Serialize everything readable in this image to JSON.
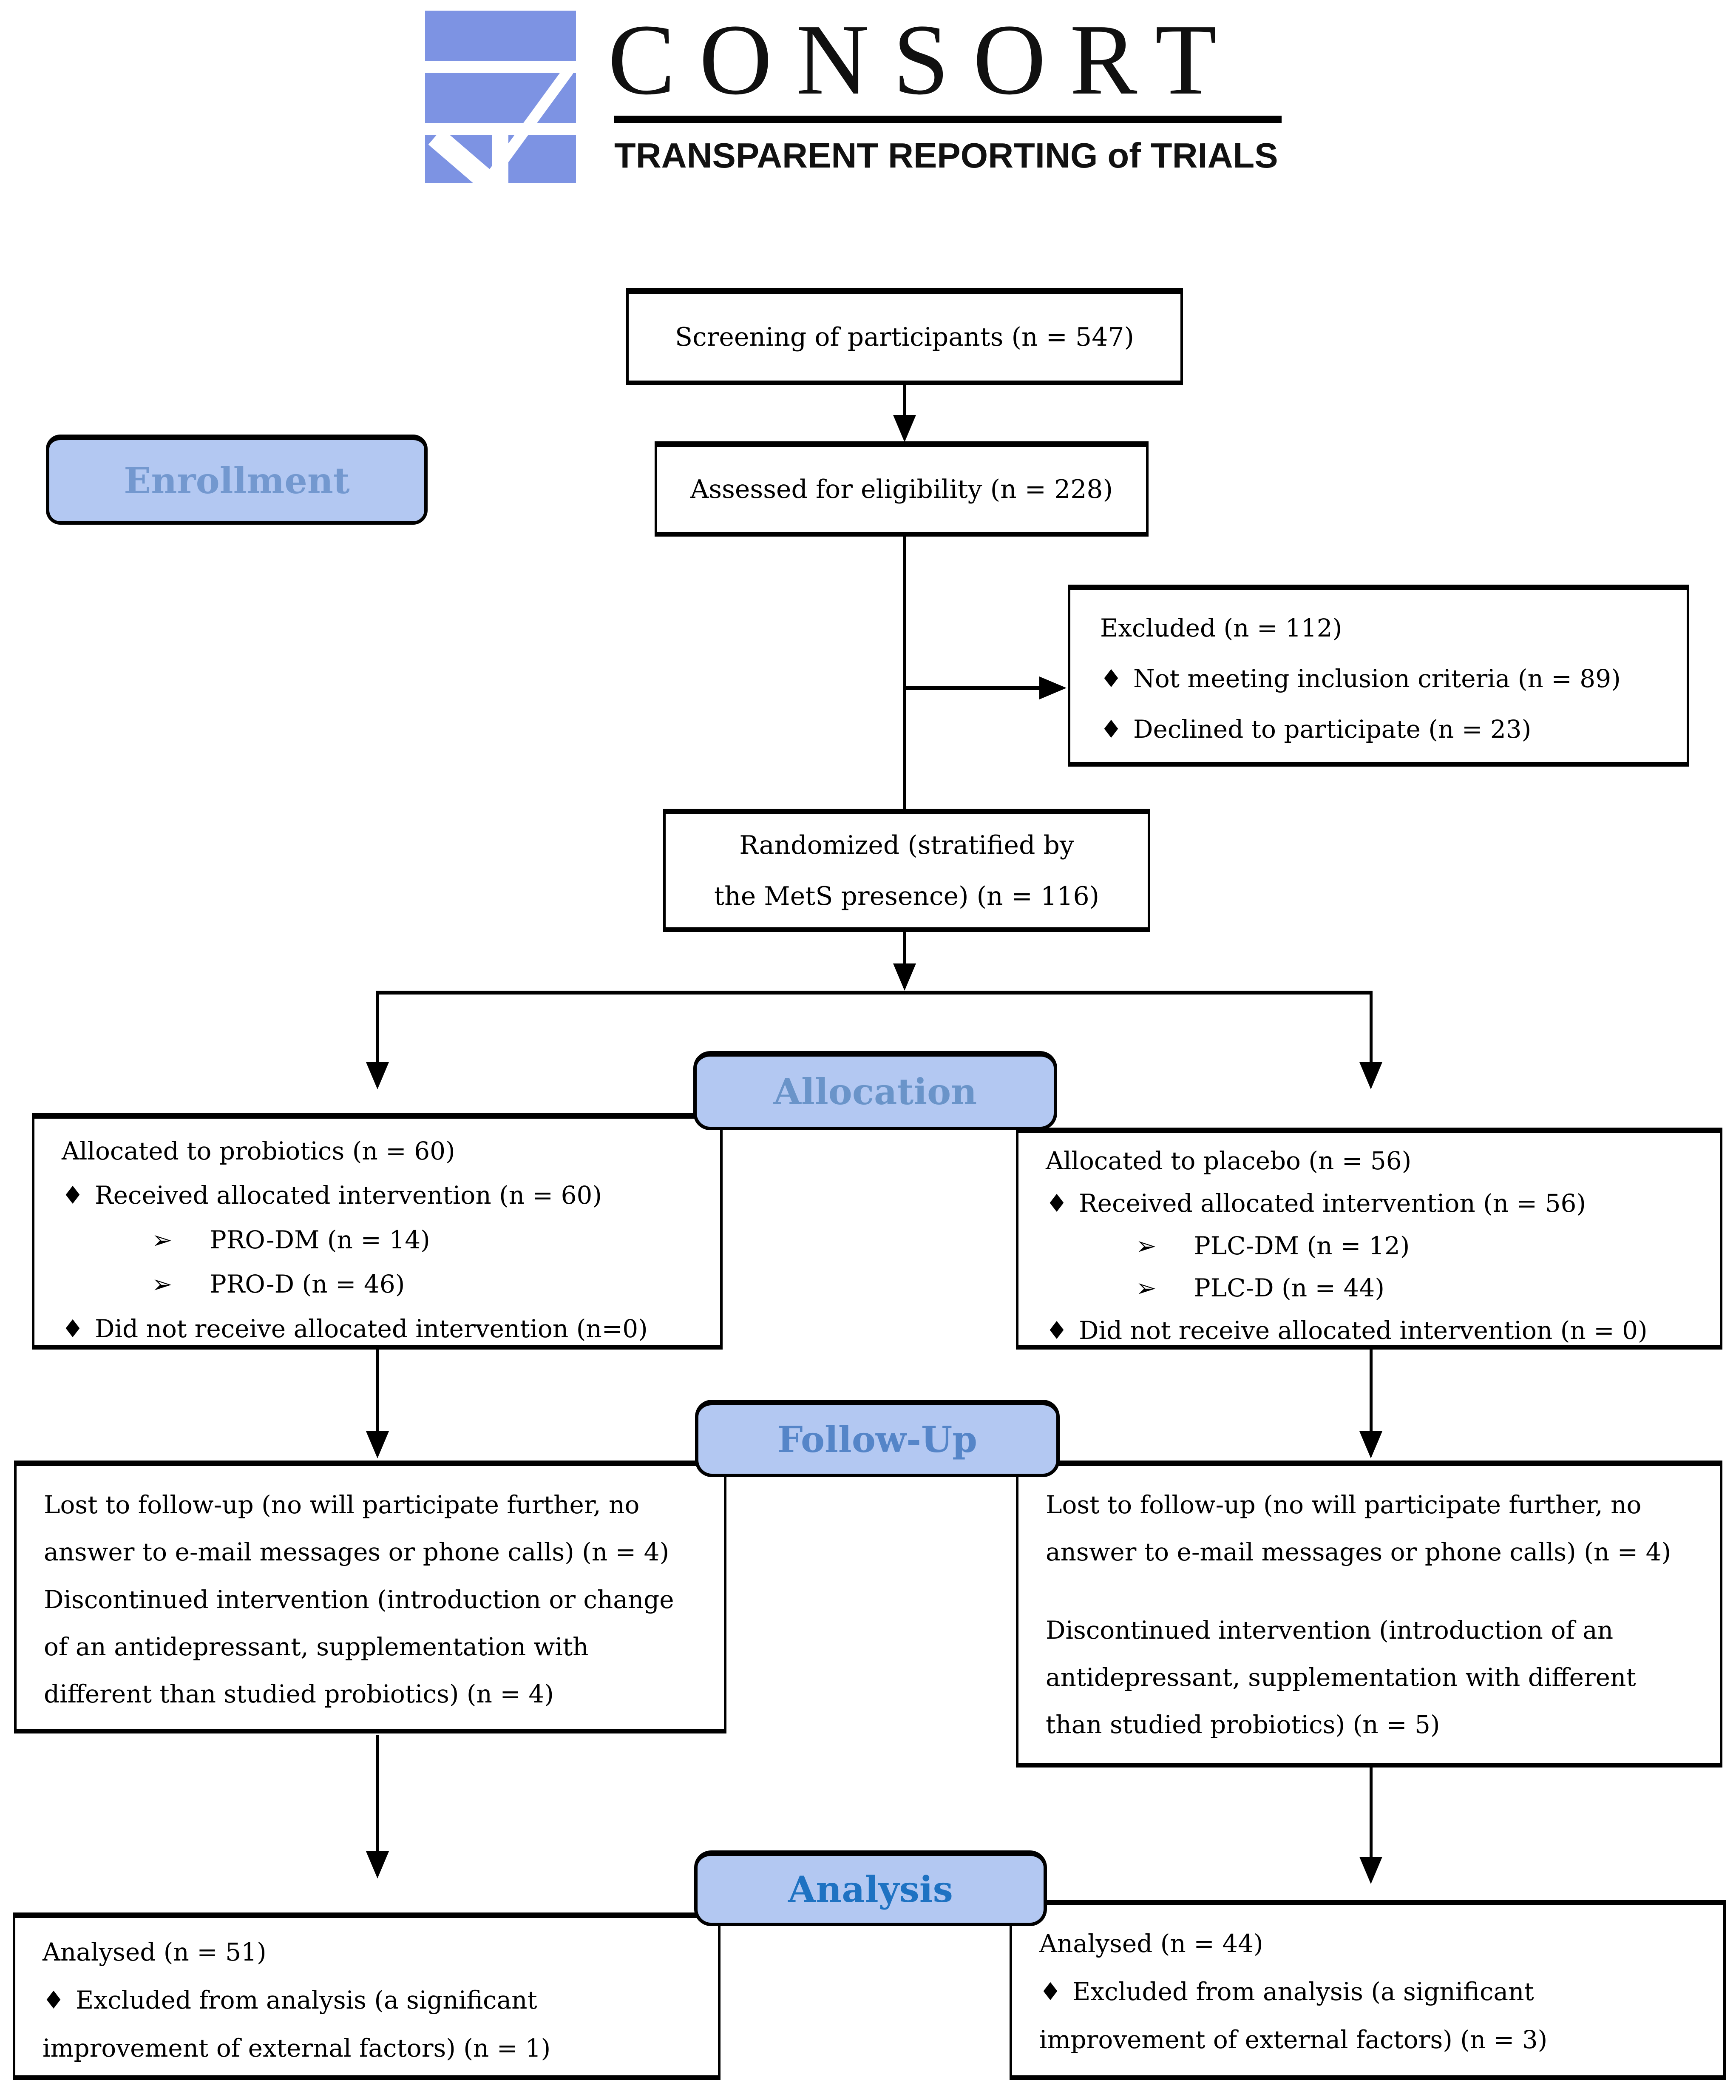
{
  "logo": {
    "wordmark": "CONSORT",
    "tagline": "TRANSPARENT REPORTING of TRIALS"
  },
  "glyphs": {
    "diamond": "♦",
    "chevron": "➢"
  },
  "colors": {
    "logo_blue": "#7d93e3",
    "label_fill": "#b3c8f2",
    "enrollment_text": "#7398cf",
    "allocation_text": "#6a94c9",
    "followup_text": "#5585c8",
    "analysis_text": "#1e72c2"
  },
  "labels": {
    "enrollment": "Enrollment",
    "allocation": "Allocation",
    "followup": "Follow-Up",
    "analysis": "Analysis"
  },
  "boxes": {
    "screening": {
      "text": "Screening of participants (n = 547)"
    },
    "assessed": {
      "text": "Assessed for eligibility (n = 228)"
    },
    "excluded": {
      "title": "Excluded (n = 112)",
      "bullet1": "Not meeting inclusion criteria (n = 89)",
      "bullet2": "Declined to participate (n = 23)"
    },
    "randomized": {
      "line1": "Randomized (stratified by",
      "line2": "the MetS presence) (n = 116)"
    },
    "alloc_left": {
      "title": "Allocated to probiotics (n = 60)",
      "bullet1": "Received allocated intervention (n = 60)",
      "sub1": "PRO-DM (n = 14)",
      "sub2": "PRO-D (n = 46)",
      "bullet2": "Did not receive allocated intervention (n=0)"
    },
    "alloc_right": {
      "title": "Allocated to placebo (n = 56)",
      "bullet1": "Received allocated intervention (n = 56)",
      "sub1": "PLC-DM (n = 12)",
      "sub2": "PLC-D (n = 44)",
      "bullet2": "Did not receive allocated intervention (n = 0)"
    },
    "fu_left": {
      "para1": "Lost to follow-up (no will participate further, no answer to e-mail messages or phone calls) (n = 4)",
      "para2": "Discontinued intervention (introduction or change of an antidepressant, supplementation with different than studied probiotics) (n = 4)"
    },
    "fu_right": {
      "para1": "Lost to follow-up (no will participate further, no answer to e-mail messages or phone calls) (n = 4)",
      "para2": "Discontinued intervention (introduction of an antidepressant, supplementation with different than studied probiotics) (n = 5)"
    },
    "analysis_left": {
      "title": "Analysed (n = 51)",
      "bullet1": "Excluded from analysis (a significant improvement of external factors) (n = 1)"
    },
    "analysis_right": {
      "title": "Analysed (n = 44)",
      "bullet1": "Excluded from analysis (a significant improvement of external factors)  (n = 3)"
    }
  }
}
